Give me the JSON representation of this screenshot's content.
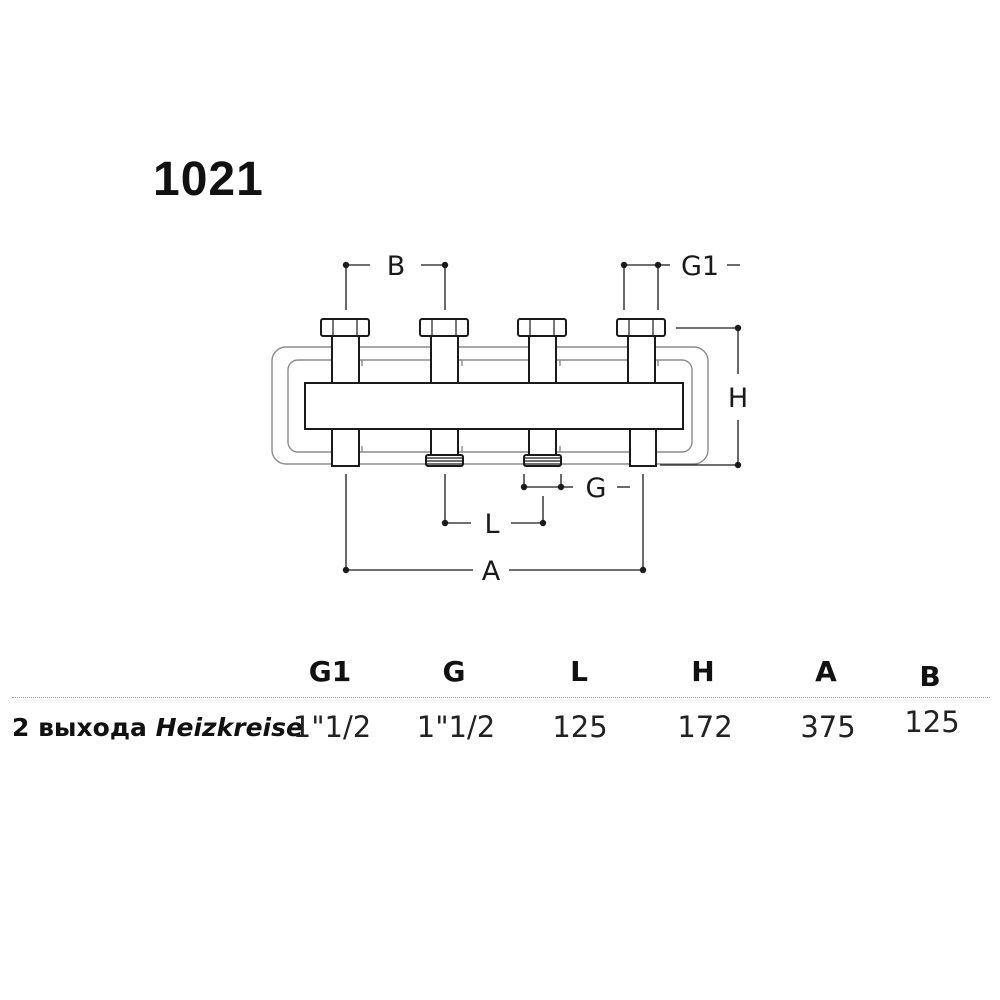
{
  "model_number": "1021",
  "dimension_labels": {
    "B": "B",
    "G1": "G1",
    "H": "H",
    "G": "G",
    "L": "L",
    "A": "A"
  },
  "table": {
    "columns": [
      "G1",
      "G",
      "L",
      "H",
      "A",
      "B"
    ],
    "row": {
      "label_prefix": "2 выхода",
      "label_italic": "Heizkreise",
      "values": [
        "1\"1/2",
        "1\"1/2",
        "125",
        "172",
        "375",
        "125"
      ]
    }
  },
  "colors": {
    "line": "#1a1a1a",
    "insulation": "#8c8c8c"
  }
}
